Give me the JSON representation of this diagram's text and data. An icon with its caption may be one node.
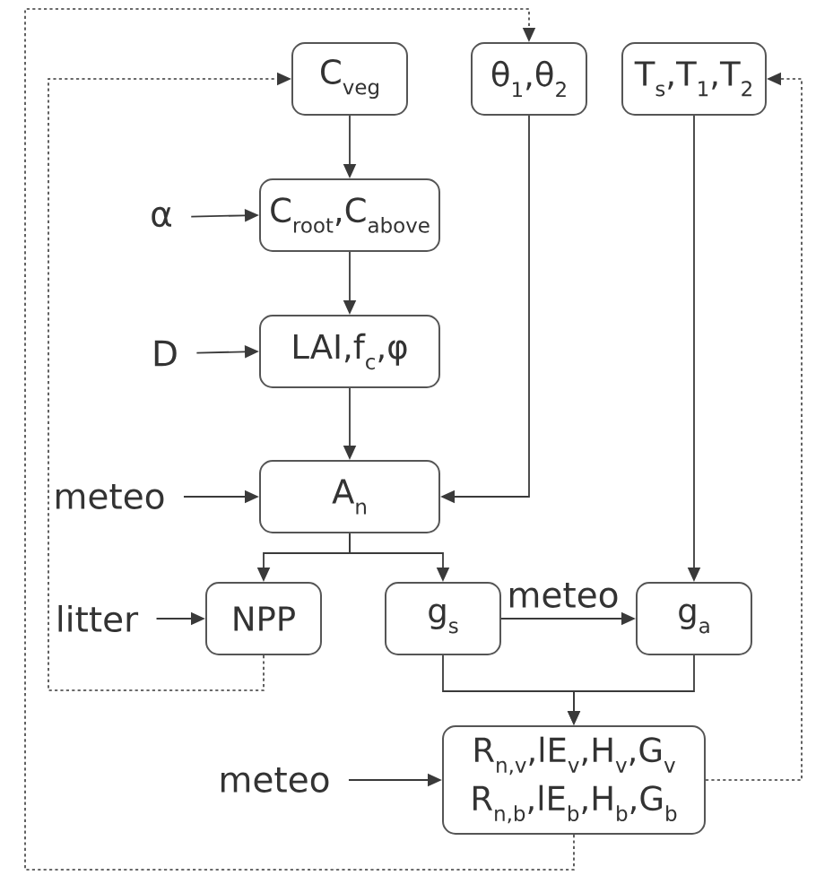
{
  "diagram": {
    "nodes": [
      {
        "text": [
          "C$_{veg}$"
        ]
      },
      {
        "text": [
          "θ$_{1}$,θ$_{2}$"
        ]
      },
      {
        "text": [
          "T$_{s}$,T$_{1}$,T$_{2}$"
        ]
      },
      {
        "text": [
          "C$_{root}$,C$_{above}$"
        ]
      },
      {
        "text": [
          "α"
        ]
      },
      {
        "text": [
          "LAI,f$_{c}$,φ"
        ]
      },
      {
        "text": [
          "D"
        ]
      },
      {
        "text": [
          "A$_{n}$"
        ]
      },
      {
        "text": [
          "meteo"
        ]
      },
      {
        "text": [
          "NPP"
        ]
      },
      {
        "text": [
          "g$_{s}$"
        ]
      },
      {
        "text": [
          "g$_{a}$"
        ]
      },
      {
        "text": [
          "litter"
        ]
      },
      {
        "text": [
          "R$_{n,v}$,lE$_{v}$,H$_{v}$,G$_{v}$",
          "R$_{n,b}$,lE$_{b}$,H$_{b}$,G$_{b}$"
        ]
      },
      {
        "text": [
          "meteo"
        ]
      }
    ],
    "edges": [
      {
        "from": 0,
        "to": 3,
        "arrow": "to"
      },
      {
        "from": 4,
        "to": 3,
        "arrow": "to"
      },
      {
        "from": 3,
        "to": 5,
        "arrow": "to"
      },
      {
        "from": 6,
        "to": 5,
        "arrow": "to"
      },
      {
        "from": 5,
        "to": 7,
        "arrow": "to"
      },
      {
        "from": 8,
        "to": 7,
        "arrow": "to"
      },
      {
        "from": 1,
        "to": 7,
        "arrow": "to"
      },
      {
        "from": 7,
        "to": 9,
        "arrow": "to"
      },
      {
        "from": 7,
        "to": 10,
        "arrow": "to"
      },
      {
        "from": 12,
        "to": 9,
        "arrow": "to"
      },
      {
        "from": 10,
        "to": 11,
        "arrow": "to",
        "label": "meteo"
      },
      {
        "from": 2,
        "to": 11,
        "arrow": "to"
      },
      {
        "from": 10,
        "to": 13,
        "arrow": "to"
      },
      {
        "from": 11,
        "to": 13,
        "arrow": "to"
      },
      {
        "from": 14,
        "to": 13,
        "arrow": "to"
      },
      {
        "from": 9,
        "to": 0,
        "arrow": "to",
        "style": "dashed"
      },
      {
        "from": 13,
        "to": 1,
        "arrow": "to",
        "style": "dashed"
      },
      {
        "from": 13,
        "to": 2,
        "arrow": "to",
        "style": "dashed"
      }
    ]
  }
}
